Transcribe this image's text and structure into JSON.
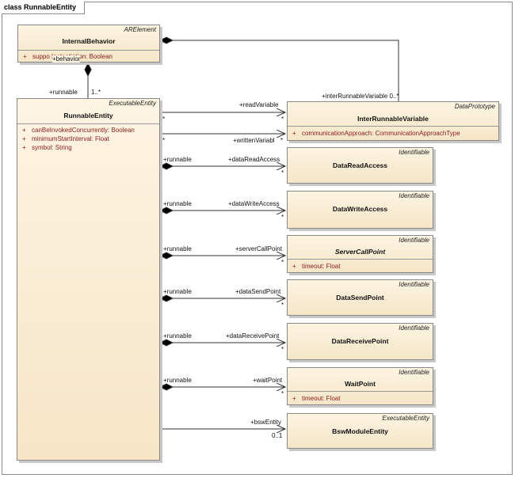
{
  "frame": {
    "title": "class RunnableEntity"
  },
  "classes": {
    "internal_behavior": {
      "stereotype": "ARElement",
      "name": "InternalBehavior",
      "attributes": [
        {
          "vis": "+",
          "text": "suppo     Instantiation: Boolean"
        }
      ]
    },
    "runnable_entity": {
      "stereotype": "ExecutableEntity",
      "name": "RunnableEntity",
      "attributes": [
        {
          "vis": "+",
          "text": "canBeInvokedConcurrently: Boolean"
        },
        {
          "vis": "+",
          "text": "minimumStartInterval: Float"
        },
        {
          "vis": "+",
          "text": "symbol: String"
        }
      ]
    },
    "inter_runnable_variable": {
      "stereotype": "DataPrototype",
      "name": "InterRunnableVariable",
      "attributes": [
        {
          "vis": "+",
          "text": "communicationApproach: CommunicationApproachType"
        }
      ]
    },
    "data_read_access": {
      "stereotype": "Identifiable",
      "name": "DataReadAccess"
    },
    "data_write_access": {
      "stereotype": "Identifiable",
      "name": "DataWriteAccess"
    },
    "server_call_point": {
      "stereotype": "Identifiable",
      "name": "ServerCallPoint",
      "attributes": [
        {
          "vis": "+",
          "text": "timeout: Float"
        }
      ]
    },
    "data_send_point": {
      "stereotype": "Identifiable",
      "name": "DataSendPoint"
    },
    "data_receive_point": {
      "stereotype": "Identifiable",
      "name": "DataReceivePoint"
    },
    "wait_point": {
      "stereotype": "Identifiable",
      "name": "WaitPoint",
      "attributes": [
        {
          "vis": "+",
          "text": "timeout: Float"
        }
      ]
    },
    "bsw_module_entity": {
      "stereotype": "ExecutableEntity",
      "name": "BswModuleEntity"
    }
  },
  "labels": {
    "behavior": "+behavior",
    "runnable_top": "+runnable",
    "mult_1n": "1..*",
    "inter_runnable_variable": "+interRunnableVariable 0..*",
    "read_variable": "+readVariable",
    "written_variable": "+writtenVariabl",
    "star": "*",
    "runnable": "+runnable",
    "data_read_access": "+dataReadAccess",
    "data_write_access": "+dataWriteAccess",
    "server_call_point": "+serverCallPoint",
    "data_send_point": "+dataSendPoint",
    "data_receive_point": "+dataReceivePoint",
    "wait_point": "+waitPoint",
    "bsw_entity": "+bswEntity",
    "mult_01": "0..1"
  }
}
